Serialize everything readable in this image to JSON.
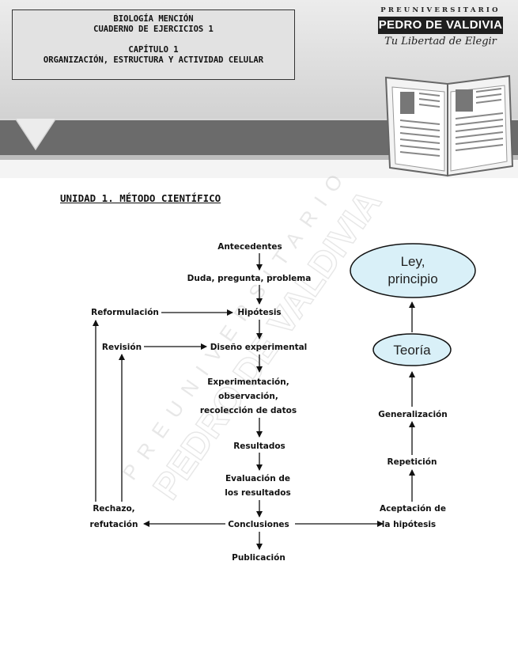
{
  "header": {
    "line1": "BIOLOGÍA MENCIÓN",
    "line2": "CUADERNO DE EJERCICIOS 1",
    "line3": "CAPÍTULO 1",
    "line4": "ORGANIZACIÓN, ESTRUCTURA Y ACTIVIDAD CELULAR"
  },
  "brand": {
    "top": "PREUNIVERSITARIO",
    "main": "PEDRO DE VALDIVIA",
    "slogan": "Tu Libertad de Elegir"
  },
  "watermark": {
    "line1": "PREUNIVERSITARIO",
    "line2": "PEDRO DE VALDIVIA"
  },
  "unit_title": "UNIDAD 1. MÉTODO CIENTÍFICO",
  "diagram": {
    "antecedentes": "Antecedentes",
    "duda": "Duda, pregunta, problema",
    "hipotesis": "Hipótesis",
    "diseno": "Diseño experimental",
    "experimentacion_1": "Experimentación,",
    "experimentacion_2": "observación,",
    "experimentacion_3": "recolección de datos",
    "resultados": "Resultados",
    "evaluacion_1": "Evaluación de",
    "evaluacion_2": "los resultados",
    "conclusiones": "Conclusiones",
    "publicacion": "Publicación",
    "reformulacion": "Reformulación",
    "revision": "Revisión",
    "rechazo_1": "Rechazo,",
    "rechazo_2": "refutación",
    "aceptacion_1": "Aceptación de",
    "aceptacion_2": "la hipótesis",
    "repeticion": "Repetición",
    "generalizacion": "Generalización",
    "teoria": "Teoría",
    "ley_1": "Ley,",
    "ley_2": "principio"
  }
}
